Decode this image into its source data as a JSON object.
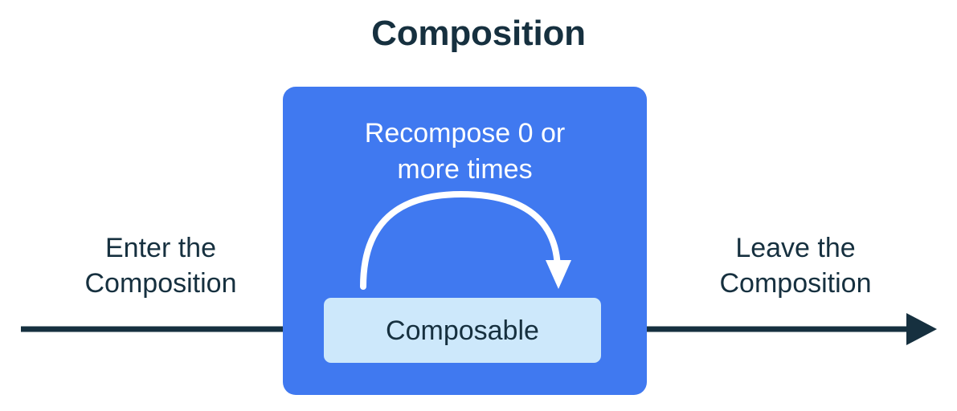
{
  "title": "Composition",
  "captions": {
    "left": "Enter the\nComposition",
    "right": "Leave the\nComposition"
  },
  "composition": {
    "recompose_label": "Recompose 0 or\nmore times",
    "node_label": "Composable"
  },
  "icons": {
    "enter_arrow": "arrow-right-icon",
    "leave_arrow": "arrow-right-icon",
    "recompose_arrow": "curved-loop-arrow-icon"
  },
  "colors": {
    "background": "#ffffff",
    "composition_fill": "#4079f0",
    "composable_fill": "#cde8fb",
    "text_dark": "#16303f",
    "text_light": "#ffffff",
    "arrow_dark": "#16303f",
    "arrow_light": "#ffffff"
  }
}
